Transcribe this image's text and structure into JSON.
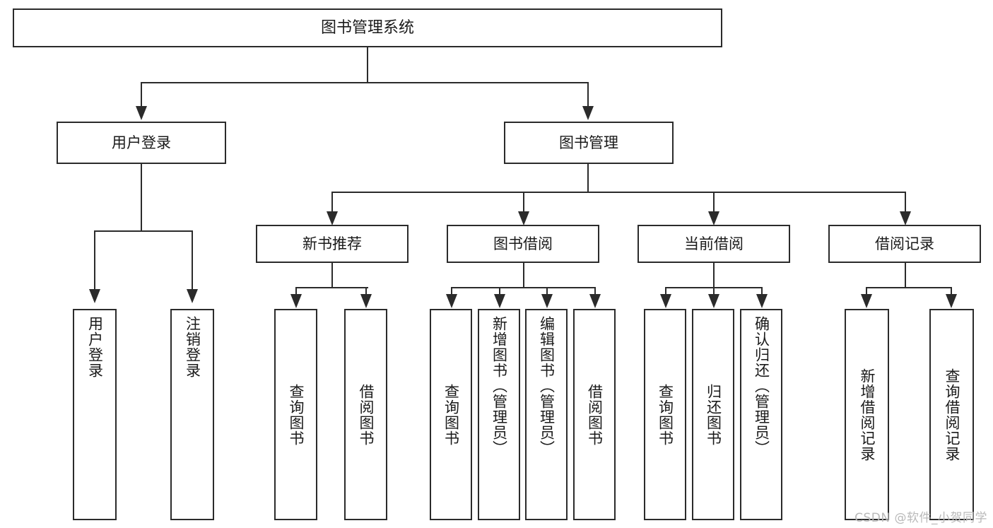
{
  "diagram": {
    "type": "tree-hierarchy-chart",
    "root": {
      "label": "图书管理系统"
    },
    "tier1": [
      {
        "label": "用户登录"
      },
      {
        "label": "图书管理"
      }
    ],
    "tier2": [
      {
        "label": "新书推荐"
      },
      {
        "label": "图书借阅"
      },
      {
        "label": "当前借阅"
      },
      {
        "label": "借阅记录"
      }
    ],
    "leaves": {
      "user_login": [
        {
          "label": "用户登录"
        },
        {
          "label": "注销登录"
        }
      ],
      "new_book_recommend": [
        {
          "label": "查询图书"
        },
        {
          "label": "借阅图书"
        }
      ],
      "book_borrow": [
        {
          "label": "查询图书"
        },
        {
          "label": "新增图书（管理员）"
        },
        {
          "label": "编辑图书（管理员）"
        },
        {
          "label": "借阅图书"
        }
      ],
      "current_borrow": [
        {
          "label": "查询图书"
        },
        {
          "label": "归还图书"
        },
        {
          "label": "确认归还（管理员）"
        }
      ],
      "borrow_record": [
        {
          "label": "新增借阅记录"
        },
        {
          "label": "查询借阅记录"
        }
      ]
    }
  },
  "watermark": {
    "text": "CSDN @软件_小贺同学"
  },
  "colors": {
    "stroke": "#2b2b2b",
    "background": "#ffffff",
    "text": "#1a1a1a",
    "watermark": "#b9b9b9"
  }
}
